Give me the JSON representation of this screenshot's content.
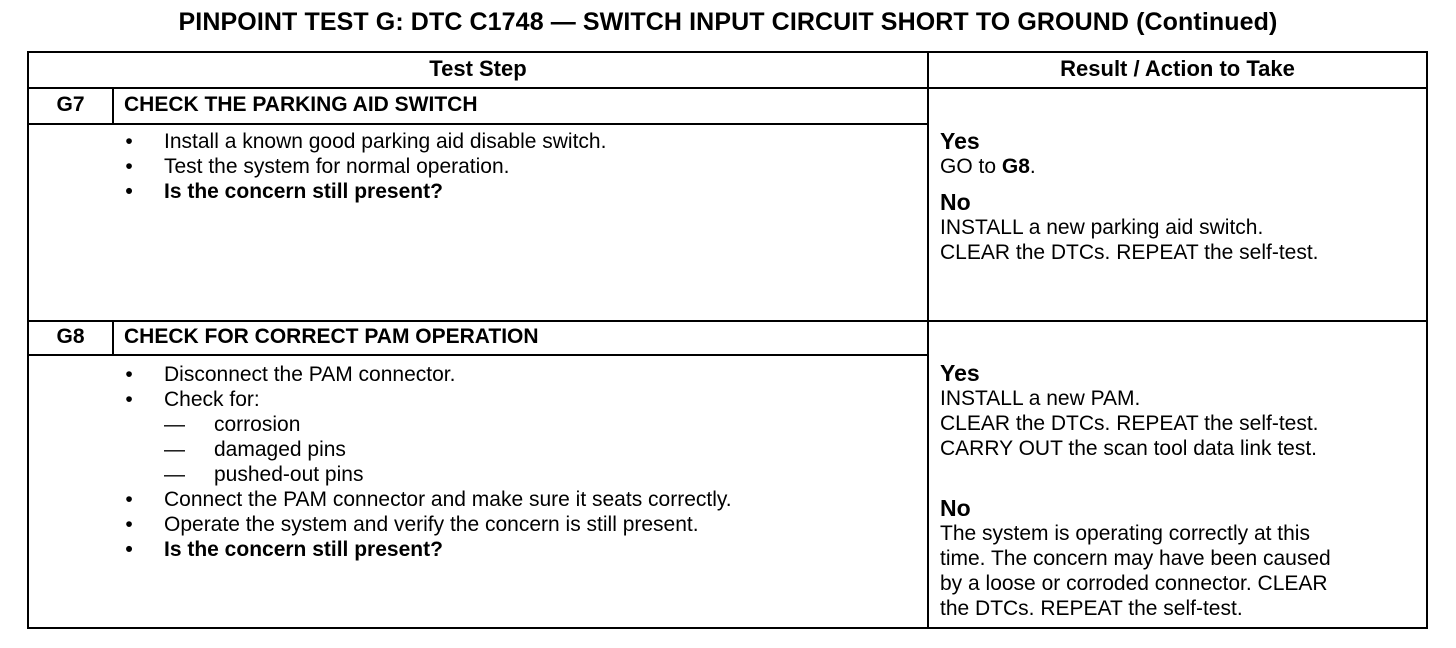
{
  "title": "PINPOINT TEST  G: DTC C1748 — SWITCH INPUT CIRCUIT SHORT TO GROUND (Continued)",
  "headers": {
    "test_step": "Test Step",
    "result": "Result / Action to Take"
  },
  "steps": [
    {
      "id": "G7",
      "title": "CHECK THE PARKING AID SWITCH",
      "bullets": [
        {
          "text": "Install a known good parking aid disable switch."
        },
        {
          "text": "Test the system for normal operation."
        },
        {
          "text": "Is the concern still present?",
          "bold": true
        }
      ],
      "yes_label": "Yes",
      "yes_lines": [
        "GO to ",
        "G8",
        "."
      ],
      "no_label": "No",
      "no_lines": [
        "INSTALL a new parking aid switch.",
        "CLEAR the DTCs. REPEAT the self-test."
      ]
    },
    {
      "id": "G8",
      "title": "CHECK FOR CORRECT PAM OPERATION",
      "bullets": [
        {
          "text": "Disconnect the PAM connector."
        },
        {
          "text": "Check for:"
        },
        {
          "text": "Connect the PAM connector and make sure it seats correctly."
        },
        {
          "text": "Operate the system and verify the concern is still present."
        },
        {
          "text": "Is the concern still present?",
          "bold": true
        }
      ],
      "dash_items": [
        "corrosion",
        "damaged pins",
        "pushed-out pins"
      ],
      "dash_symbol": "—",
      "bullet_symbol": "•",
      "yes_label": "Yes",
      "yes_lines": [
        "INSTALL a new PAM.",
        "CLEAR the DTCs. REPEAT the self-test.",
        "CARRY OUT the scan tool data link test."
      ],
      "no_label": "No",
      "no_lines": [
        "The system is operating correctly at this",
        "time. The concern may have been caused",
        "by a loose or corroded connector. CLEAR",
        "the DTCs. REPEAT the self-test."
      ]
    }
  ]
}
